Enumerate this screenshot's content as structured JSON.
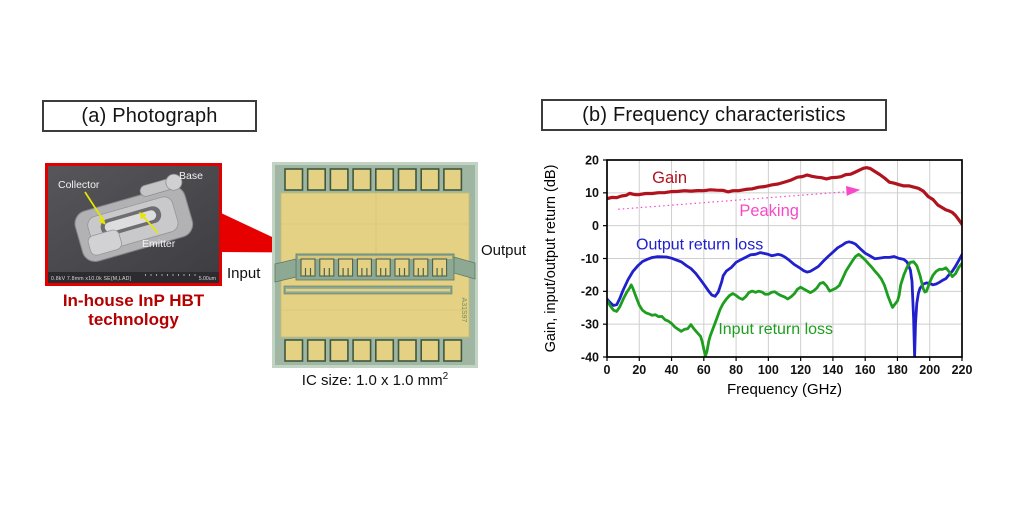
{
  "panel_a": {
    "title": "(a) Photograph",
    "sem": {
      "labels": {
        "collector": "Collector",
        "base": "Base",
        "emitter": "Emitter"
      },
      "info_left": "0.8kV 7.8mm x10.0k SE(M,LAD)",
      "info_right": "5.00um",
      "caption_line1": "In-house InP HBT",
      "caption_line2": "technology"
    },
    "chip": {
      "input_label": "Input",
      "output_label": "Output",
      "size_caption_prefix": "IC size: 1.0 x 1.0 mm",
      "size_caption_sup": "2",
      "die_marking": "A31S97"
    }
  },
  "panel_b": {
    "title": "(b) Frequency characteristics"
  },
  "chart_data": {
    "type": "line",
    "xlabel": "Frequency (GHz)",
    "ylabel": "Gain, input/output return (dB)",
    "xlim": [
      0,
      220
    ],
    "ylim": [
      -40,
      20
    ],
    "xticks": [
      0,
      20,
      40,
      60,
      80,
      100,
      120,
      140,
      160,
      180,
      200,
      220
    ],
    "yticks": [
      20,
      10,
      0,
      -10,
      -20,
      -30,
      -40
    ],
    "grid": true,
    "grid_color": "#cfcfcf",
    "series": [
      {
        "name": "Gain",
        "color": "#b0121e",
        "width": 3.2,
        "jitter": 0.1,
        "points": [
          [
            0,
            8.2
          ],
          [
            3,
            8.5
          ],
          [
            6,
            8.7
          ],
          [
            9,
            8.9
          ],
          [
            12,
            9.3
          ],
          [
            14,
            9.9
          ],
          [
            16,
            9.5
          ],
          [
            18,
            9.3
          ],
          [
            20,
            9.4
          ],
          [
            24,
            9.7
          ],
          [
            28,
            9.9
          ],
          [
            32,
            10.1
          ],
          [
            36,
            10.2
          ],
          [
            40,
            10.3
          ],
          [
            44,
            10.4
          ],
          [
            48,
            10.5
          ],
          [
            52,
            10.6
          ],
          [
            56,
            10.7
          ],
          [
            60,
            10.8
          ],
          [
            64,
            10.9
          ],
          [
            68,
            10.8
          ],
          [
            72,
            10.6
          ],
          [
            75,
            10.4
          ],
          [
            78,
            10.6
          ],
          [
            82,
            10.8
          ],
          [
            86,
            11.1
          ],
          [
            90,
            11.3
          ],
          [
            94,
            11.6
          ],
          [
            98,
            11.9
          ],
          [
            102,
            12.3
          ],
          [
            106,
            12.8
          ],
          [
            110,
            13.3
          ],
          [
            114,
            14.0
          ],
          [
            118,
            14.7
          ],
          [
            121,
            15.1
          ],
          [
            124,
            15.3
          ],
          [
            127,
            15.1
          ],
          [
            130,
            14.8
          ],
          [
            133,
            14.5
          ],
          [
            136,
            14.4
          ],
          [
            139,
            14.5
          ],
          [
            142,
            14.7
          ],
          [
            145,
            15.0
          ],
          [
            148,
            15.4
          ],
          [
            151,
            15.8
          ],
          [
            154,
            16.3
          ],
          [
            157,
            17.0
          ],
          [
            159,
            17.5
          ],
          [
            161,
            17.6
          ],
          [
            163,
            17.3
          ],
          [
            166,
            16.6
          ],
          [
            169,
            15.6
          ],
          [
            172,
            14.4
          ],
          [
            175,
            13.4
          ],
          [
            178,
            12.8
          ],
          [
            181,
            12.5
          ],
          [
            184,
            12.2
          ],
          [
            187,
            12.0
          ],
          [
            190,
            11.9
          ],
          [
            193,
            11.3
          ],
          [
            196,
            10.5
          ],
          [
            199,
            9.0
          ],
          [
            202,
            7.8
          ],
          [
            205,
            6.4
          ],
          [
            208,
            5.4
          ],
          [
            210,
            4.8
          ],
          [
            212,
            4.6
          ],
          [
            214,
            4.2
          ],
          [
            216,
            3.2
          ],
          [
            218,
            1.8
          ],
          [
            220,
            0.5
          ]
        ]
      },
      {
        "name": "Output return loss",
        "color": "#2020cc",
        "width": 2.8,
        "jitter": 0.16,
        "points": [
          [
            0,
            -22.5
          ],
          [
            2,
            -23.6
          ],
          [
            4,
            -24.3
          ],
          [
            6,
            -23.9
          ],
          [
            8,
            -22.0
          ],
          [
            10,
            -19.6
          ],
          [
            13,
            -16.5
          ],
          [
            16,
            -14.0
          ],
          [
            19,
            -12.2
          ],
          [
            22,
            -11.0
          ],
          [
            25,
            -10.2
          ],
          [
            28,
            -9.7
          ],
          [
            31,
            -9.5
          ],
          [
            34,
            -9.4
          ],
          [
            37,
            -9.6
          ],
          [
            40,
            -9.9
          ],
          [
            43,
            -10.4
          ],
          [
            46,
            -11.1
          ],
          [
            49,
            -12.0
          ],
          [
            52,
            -13.1
          ],
          [
            55,
            -14.6
          ],
          [
            58,
            -16.4
          ],
          [
            61,
            -18.6
          ],
          [
            63,
            -20.2
          ],
          [
            65,
            -21.3
          ],
          [
            67,
            -21.5
          ],
          [
            69,
            -20.2
          ],
          [
            71,
            -17.2
          ],
          [
            72,
            -15.4
          ],
          [
            74,
            -13.9
          ],
          [
            77,
            -12.6
          ],
          [
            80,
            -11.3
          ],
          [
            83,
            -10.3
          ],
          [
            86,
            -9.6
          ],
          [
            89,
            -9.0
          ],
          [
            92,
            -8.6
          ],
          [
            95,
            -8.3
          ],
          [
            98,
            -8.5
          ],
          [
            100,
            -8.9
          ],
          [
            102,
            -9.4
          ],
          [
            104,
            -9.1
          ],
          [
            106,
            -8.7
          ],
          [
            108,
            -9.0
          ],
          [
            110,
            -9.5
          ],
          [
            113,
            -10.6
          ],
          [
            116,
            -11.7
          ],
          [
            119,
            -12.8
          ],
          [
            122,
            -13.7
          ],
          [
            124,
            -14.3
          ],
          [
            126,
            -14.1
          ],
          [
            128,
            -13.4
          ],
          [
            131,
            -12.3
          ],
          [
            134,
            -10.9
          ],
          [
            137,
            -9.4
          ],
          [
            140,
            -8.0
          ],
          [
            143,
            -6.8
          ],
          [
            146,
            -5.8
          ],
          [
            148,
            -5.3
          ],
          [
            150,
            -5.0
          ],
          [
            152,
            -5.2
          ],
          [
            154,
            -5.8
          ],
          [
            157,
            -7.0
          ],
          [
            160,
            -8.3
          ],
          [
            163,
            -9.4
          ],
          [
            166,
            -9.9
          ],
          [
            169,
            -10.0
          ],
          [
            172,
            -9.7
          ],
          [
            175,
            -9.5
          ],
          [
            178,
            -9.6
          ],
          [
            181,
            -9.8
          ],
          [
            184,
            -10.3
          ],
          [
            186,
            -11.2
          ],
          [
            188,
            -13.5
          ],
          [
            189,
            -17.0
          ],
          [
            190,
            -28.0
          ],
          [
            190.6,
            -40
          ],
          [
            191.2,
            -30.0
          ],
          [
            192,
            -23.5
          ],
          [
            193,
            -20.8
          ],
          [
            194,
            -19.0
          ],
          [
            196,
            -17.7
          ],
          [
            198,
            -17.3
          ],
          [
            200,
            -17.6
          ],
          [
            202,
            -18.2
          ],
          [
            204,
            -17.9
          ],
          [
            206,
            -17.3
          ],
          [
            208,
            -16.8
          ],
          [
            210,
            -16.3
          ],
          [
            212,
            -14.9
          ],
          [
            214,
            -13.7
          ],
          [
            216,
            -12.3
          ],
          [
            218,
            -10.5
          ],
          [
            220,
            -8.6
          ]
        ]
      },
      {
        "name": "Input return loss",
        "color": "#1e9e1e",
        "width": 2.8,
        "jitter": 0.18,
        "points": [
          [
            0,
            -23.0
          ],
          [
            2,
            -24.7
          ],
          [
            4,
            -25.9
          ],
          [
            6,
            -26.1
          ],
          [
            8,
            -24.7
          ],
          [
            10,
            -22.5
          ],
          [
            12,
            -20.3
          ],
          [
            14,
            -18.7
          ],
          [
            15,
            -18.2
          ],
          [
            16,
            -18.9
          ],
          [
            18,
            -21.6
          ],
          [
            20,
            -24.1
          ],
          [
            22,
            -25.7
          ],
          [
            24,
            -26.7
          ],
          [
            26,
            -27.1
          ],
          [
            28,
            -27.4
          ],
          [
            30,
            -27.2
          ],
          [
            32,
            -27.9
          ],
          [
            34,
            -27.7
          ],
          [
            36,
            -28.5
          ],
          [
            38,
            -28.9
          ],
          [
            40,
            -29.7
          ],
          [
            42,
            -30.7
          ],
          [
            44,
            -31.3
          ],
          [
            46,
            -32.1
          ],
          [
            48,
            -31.7
          ],
          [
            50,
            -31.5
          ],
          [
            52,
            -30.2
          ],
          [
            54,
            -31.7
          ],
          [
            56,
            -32.9
          ],
          [
            58,
            -33.8
          ],
          [
            59,
            -35.2
          ],
          [
            60,
            -37.5
          ],
          [
            61,
            -39.7
          ],
          [
            62,
            -38.2
          ],
          [
            63,
            -35.5
          ],
          [
            64,
            -33.5
          ],
          [
            66,
            -30.7
          ],
          [
            68,
            -28.1
          ],
          [
            70,
            -25.5
          ],
          [
            72,
            -23.7
          ],
          [
            74,
            -22.3
          ],
          [
            76,
            -21.3
          ],
          [
            78,
            -20.9
          ],
          [
            80,
            -21.5
          ],
          [
            82,
            -22.1
          ],
          [
            84,
            -22.5
          ],
          [
            86,
            -21.7
          ],
          [
            88,
            -20.3
          ],
          [
            90,
            -19.7
          ],
          [
            92,
            -20.1
          ],
          [
            94,
            -19.9
          ],
          [
            96,
            -20.1
          ],
          [
            98,
            -20.7
          ],
          [
            100,
            -20.9
          ],
          [
            102,
            -20.5
          ],
          [
            104,
            -20.3
          ],
          [
            106,
            -20.9
          ],
          [
            108,
            -21.5
          ],
          [
            110,
            -21.9
          ],
          [
            112,
            -22.3
          ],
          [
            114,
            -21.5
          ],
          [
            116,
            -20.7
          ],
          [
            118,
            -19.3
          ],
          [
            120,
            -18.5
          ],
          [
            122,
            -19.1
          ],
          [
            124,
            -19.9
          ],
          [
            126,
            -20.5
          ],
          [
            128,
            -19.9
          ],
          [
            130,
            -19.1
          ],
          [
            132,
            -17.9
          ],
          [
            134,
            -17.5
          ],
          [
            136,
            -18.3
          ],
          [
            138,
            -19.9
          ],
          [
            140,
            -19.5
          ],
          [
            142,
            -18.9
          ],
          [
            144,
            -17.9
          ],
          [
            146,
            -15.9
          ],
          [
            148,
            -13.9
          ],
          [
            150,
            -12.3
          ],
          [
            152,
            -10.7
          ],
          [
            154,
            -9.5
          ],
          [
            156,
            -9.0
          ],
          [
            158,
            -9.7
          ],
          [
            160,
            -10.5
          ],
          [
            162,
            -11.7
          ],
          [
            164,
            -12.7
          ],
          [
            166,
            -13.7
          ],
          [
            168,
            -14.7
          ],
          [
            170,
            -16.1
          ],
          [
            172,
            -18.1
          ],
          [
            174,
            -21.1
          ],
          [
            176,
            -23.7
          ],
          [
            177,
            -24.9
          ],
          [
            178,
            -24.3
          ],
          [
            180,
            -23.1
          ],
          [
            181,
            -21.1
          ],
          [
            182,
            -18.1
          ],
          [
            184,
            -15.1
          ],
          [
            186,
            -12.9
          ],
          [
            188,
            -11.3
          ],
          [
            190,
            -10.9
          ],
          [
            192,
            -12.1
          ],
          [
            194,
            -15.1
          ],
          [
            196,
            -19.1
          ],
          [
            197,
            -20.3
          ],
          [
            198,
            -19.7
          ],
          [
            200,
            -17.1
          ],
          [
            202,
            -15.1
          ],
          [
            204,
            -13.9
          ],
          [
            206,
            -13.3
          ],
          [
            208,
            -13.5
          ],
          [
            210,
            -13.1
          ],
          [
            212,
            -14.1
          ],
          [
            214,
            -15.5
          ],
          [
            216,
            -14.7
          ],
          [
            218,
            -12.7
          ],
          [
            220,
            -11.3
          ]
        ]
      }
    ],
    "annotation": {
      "label": "Peaking",
      "color": "#f649c8",
      "style": "dotted",
      "line_from": [
        7,
        5.0
      ],
      "line_to": [
        150,
        10.4
      ],
      "arrow_tip": [
        157,
        10.9
      ]
    },
    "labels": [
      {
        "text": "Gain",
        "color": "#b0121e",
        "x": 28,
        "y": 13.0,
        "size": 16.5
      },
      {
        "text": "Peaking",
        "color": "#f649c8",
        "x": 82,
        "y": 3.0,
        "size": 16.5
      },
      {
        "text": "Output return loss",
        "color": "#2020cc",
        "x": 18,
        "y": -7.2,
        "size": 16
      },
      {
        "text": "Input return loss",
        "color": "#1e9e1e",
        "x": 69,
        "y": -33.0,
        "size": 16
      }
    ]
  }
}
